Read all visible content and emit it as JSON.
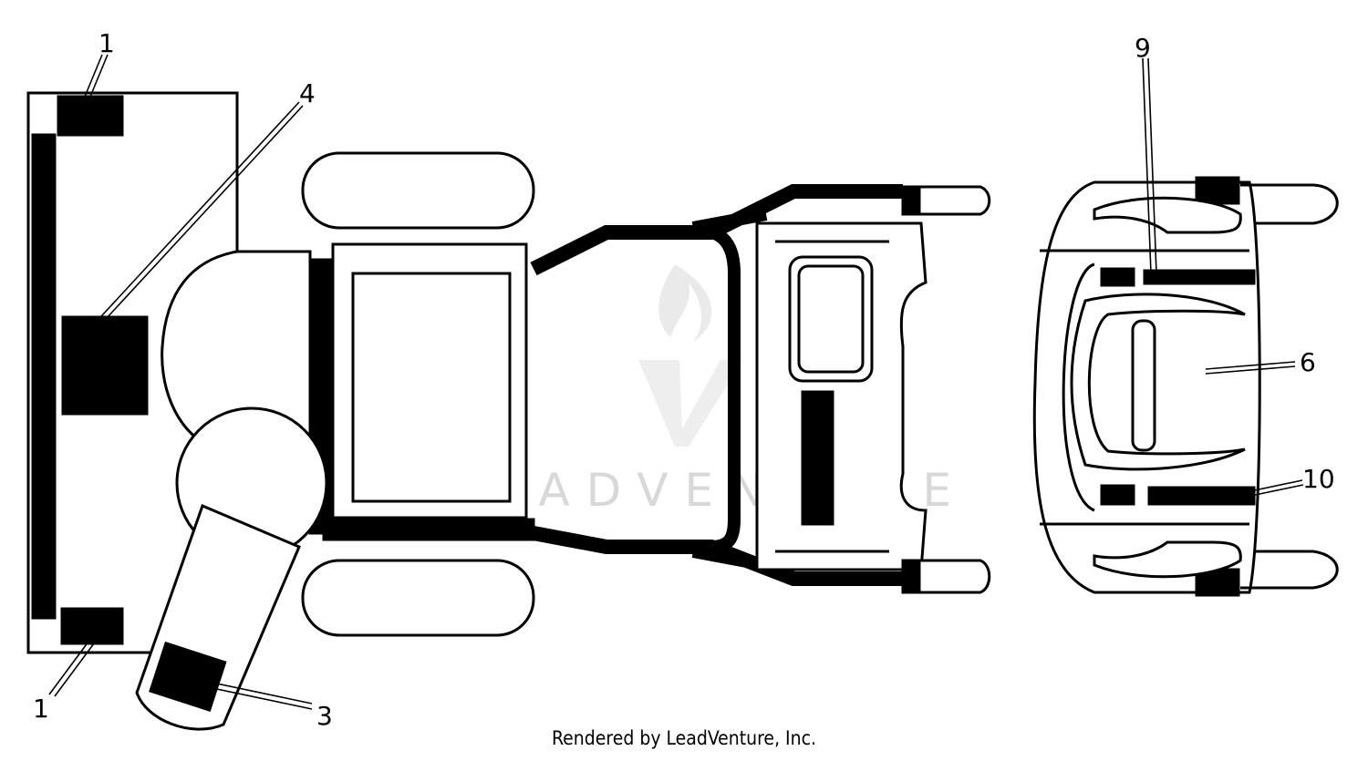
{
  "callouts": {
    "c1_top": "1",
    "c1_bottom": "1",
    "c3": "3",
    "c4": "4",
    "c6": "6",
    "c9": "9",
    "c10": "10"
  },
  "watermark": "LEADVENTURE",
  "credit": "Rendered by LeadVenture, Inc.",
  "colors": {
    "ink": "#000000",
    "paper": "#ffffff",
    "watermark": "#d8d8d8"
  }
}
